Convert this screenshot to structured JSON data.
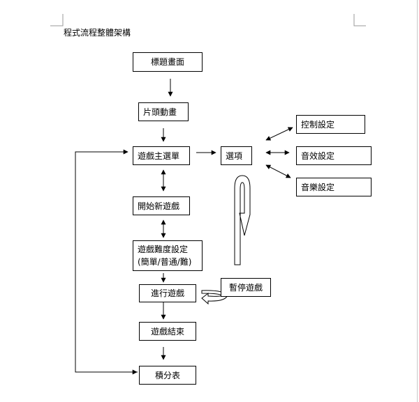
{
  "document": {
    "title": "程式流程整體架構"
  },
  "nodes": {
    "title_screen": "標題畫面",
    "opening_animation": "片頭動畫",
    "main_menu": "遊戲主選單",
    "options": "選項",
    "control_settings": "控制設定",
    "sound_effect_settings": "音效設定",
    "music_settings": "音樂設定",
    "new_game": "開始新遊戲",
    "difficulty_line1": "遊戲難度設定",
    "difficulty_line2": "(簡單/普通/難)",
    "playing": "進行遊戲",
    "pause": "暫停遊戲",
    "game_over": "遊戲結束",
    "scoreboard": "積分表"
  },
  "colors": {
    "line": "#000000",
    "curved_arrow_fill": "#ffffff"
  }
}
